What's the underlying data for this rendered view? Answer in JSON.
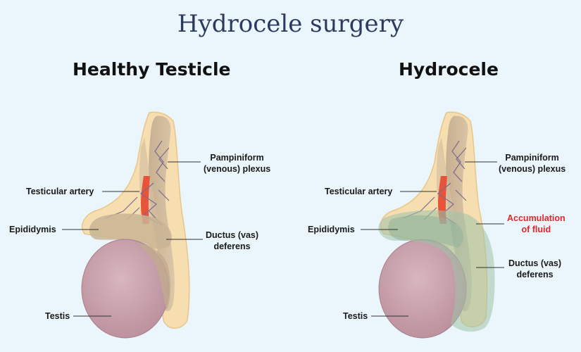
{
  "title": "Hydrocele surgery",
  "panels": {
    "healthy": {
      "heading": "Healthy Testicle",
      "labels": {
        "plexus_1": "Pampiniform",
        "plexus_2": "(venous) plexus",
        "artery": "Testicular artery",
        "epididymis": "Epididymis",
        "ductus_1": "Ductus (vas)",
        "ductus_2": "deferens",
        "testis": "Testis"
      }
    },
    "hydrocele": {
      "heading": "Hydrocele",
      "labels": {
        "plexus_1": "Pampiniform",
        "plexus_2": "(venous) plexus",
        "artery": "Testicular artery",
        "fluid_1": "Accumulation",
        "fluid_2": "of fluid",
        "epididymis": "Epididymis",
        "ductus_1": "Ductus (vas)",
        "ductus_2": "deferens",
        "testis": "Testis"
      }
    }
  },
  "colors": {
    "background": "#eaf6fb",
    "title": "#2c3a5e",
    "tunica": "#f6deb0",
    "cord": "#cdb89a",
    "artery": "#e8543a",
    "vein": "#7d6a8e",
    "testis": "#caa2ad",
    "fluid": "#9fc2a8",
    "highlight": "#e3262c"
  }
}
